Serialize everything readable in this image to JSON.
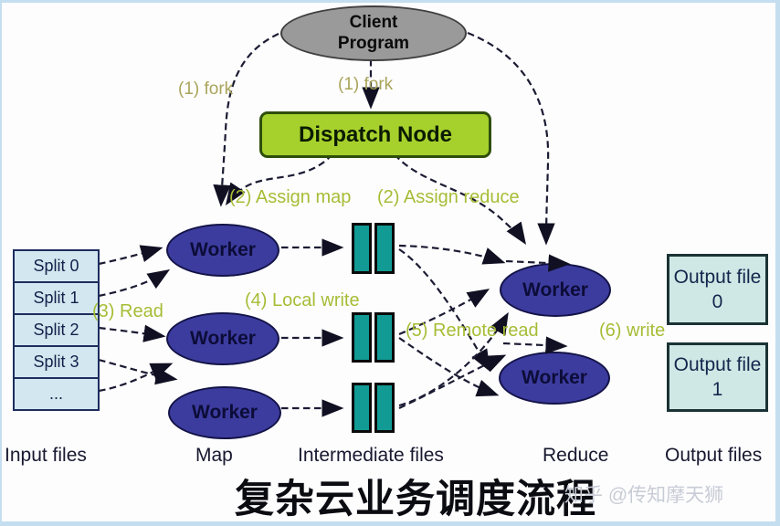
{
  "nodes": {
    "client": {
      "line1": "Client",
      "line2": "Program"
    },
    "dispatch": "Dispatch Node",
    "worker": "Worker"
  },
  "inputs": [
    "Split 0",
    "Split 1",
    "Split 2",
    "Split 3",
    "..."
  ],
  "outputs": [
    "Output file 0",
    "Output file 1"
  ],
  "edge_labels": {
    "fork_left": "(1) fork",
    "fork_mid": "(1) fork",
    "assign_map": "(2) Assign map",
    "assign_reduce": "(2) Assign reduce",
    "read": "(3) Read",
    "local_write": "(4) Local write",
    "remote_read": "(5) Remote read",
    "write": "(6) write"
  },
  "captions": {
    "input": "Input files",
    "map": "Map",
    "intermediate": "Intermediate files",
    "reduce": "Reduce",
    "output": "Output files"
  },
  "title": "复杂云业务调度流程",
  "watermark": "知乎 @传知摩天狮",
  "colors": {
    "client_fill": "#9a9a9a",
    "dispatch_fill": "#a6d12c",
    "worker_fill": "#3c3c9f",
    "intermediate_fill": "#129b95",
    "input_fill": "#d3e7f0",
    "output_fill": "#cfe8e5",
    "label_green": "#a6bd35",
    "label_olive": "#a9a45b",
    "frame_blue": "#c4def0"
  }
}
